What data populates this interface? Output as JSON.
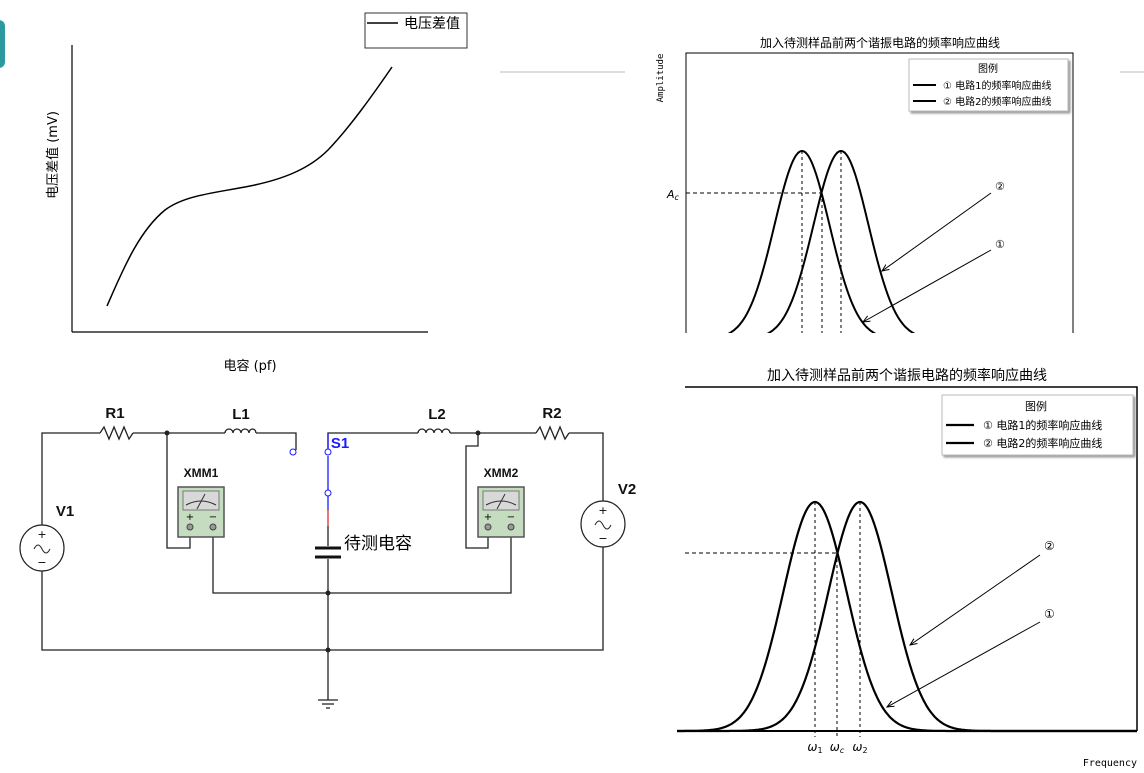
{
  "colors": {
    "accent_tab": "#2a9aa0",
    "switch_blue": "#1a1aff",
    "meter_green": "#c6dcc0",
    "wire": "#222222"
  },
  "chart_top_left": {
    "legend": "电压差值",
    "ylabel": "电压差值 (mV)",
    "xlabel": "电容 (pf)"
  },
  "chart_top_right": {
    "title": "加入待测样品前两个谐振电路的频率响应曲线",
    "ylabel": "Amplitude",
    "legend_title": "图例",
    "legend_items": [
      "① 电路1的频率响应曲线",
      "② 电路2的频率响应曲线"
    ],
    "ac_label": "A",
    "ac_sub": "c",
    "callouts": [
      "②",
      "①"
    ]
  },
  "chart_bottom_right": {
    "title": "加入待测样品前两个谐振电路的频率响应曲线",
    "xlabel": "Frequency",
    "legend_title": "图例",
    "legend_items": [
      "① 电路1的频率响应曲线",
      "② 电路2的频率响应曲线"
    ],
    "xticks": [
      {
        "sym": "ω",
        "sub": "1"
      },
      {
        "sym": "ω",
        "sub": "c"
      },
      {
        "sym": "ω",
        "sub": "2"
      }
    ],
    "callouts": [
      "②",
      "①"
    ]
  },
  "chart_data": [
    {
      "type": "line",
      "series": [
        {
          "name": "电压差值"
        }
      ],
      "xlabel": "电容 (pf)",
      "ylabel": "电压差值 (mV)",
      "grid": false,
      "legend": "top-right",
      "shape": "monotonic increasing, plateau in middle"
    },
    {
      "type": "line",
      "title": "加入待测样品前两个谐振电路的频率响应曲线",
      "ylabel": "Amplitude",
      "series": [
        {
          "name": "① 电路1的频率响应曲线"
        },
        {
          "name": "② 电路2的频率响应曲线"
        }
      ],
      "annotations": [
        "Ac"
      ],
      "legend": "top-right",
      "grid": false
    },
    {
      "type": "line",
      "title": "加入待测样品前两个谐振电路的频率响应曲线",
      "xlabel": "Frequency",
      "xtick_labels": [
        "ω1",
        "ωc",
        "ω2"
      ],
      "series": [
        {
          "name": "① 电路1的频率响应曲线"
        },
        {
          "name": "② 电路2的频率响应曲线"
        }
      ],
      "legend": "top-right",
      "grid": false
    }
  ],
  "circuit": {
    "R1": "R1",
    "L1": "L1",
    "S1": "S1",
    "L2": "L2",
    "R2": "R2",
    "XMM1": "XMM1",
    "XMM2": "XMM2",
    "V1": "V1",
    "V2": "V2",
    "capacitor": "待测电容",
    "plus": "+",
    "minus": "−"
  }
}
